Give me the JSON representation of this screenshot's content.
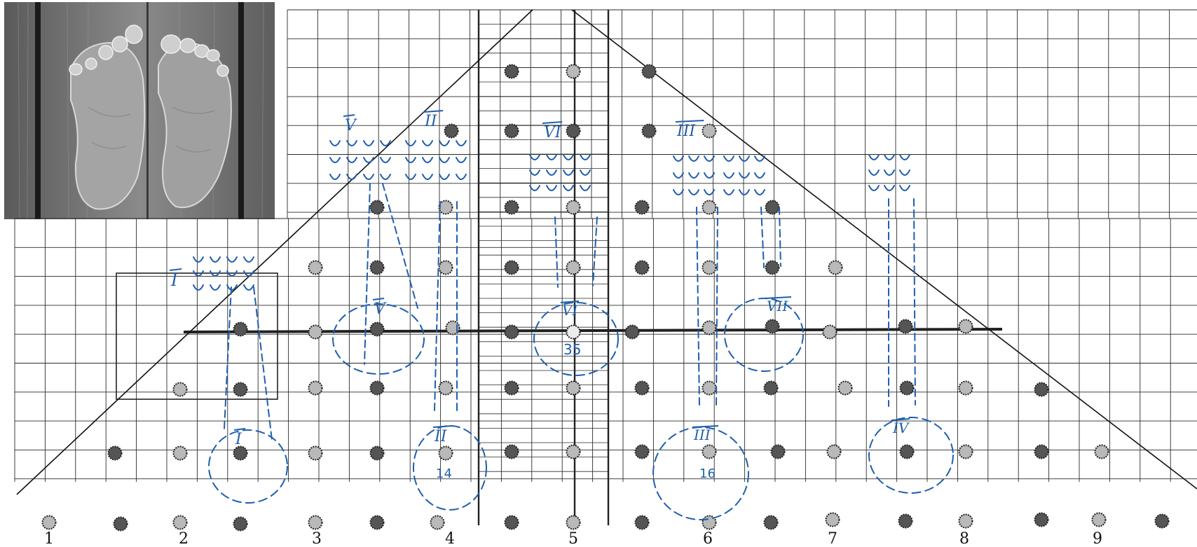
{
  "photo": {
    "icon": "wooden-feet-carving-photo"
  },
  "axis_numbers": [
    "1",
    "2",
    "3",
    "4",
    "5",
    "6",
    "7",
    "8",
    "9"
  ],
  "sheet_labels": {
    "center_number": "35",
    "group_ii_number": "14",
    "group_iii_number": "16"
  },
  "roman_marks": {
    "i": "I",
    "ii": "II",
    "iii": "III",
    "iv": "IV",
    "v": "V",
    "vi": "VI",
    "vii": "VII"
  },
  "colors": {
    "grid_line": "#2a2a2a",
    "ink": "#1f5fae",
    "peg_dark": "#555555",
    "peg_light": "#b9b9b9",
    "peg_white": "#ececec"
  }
}
